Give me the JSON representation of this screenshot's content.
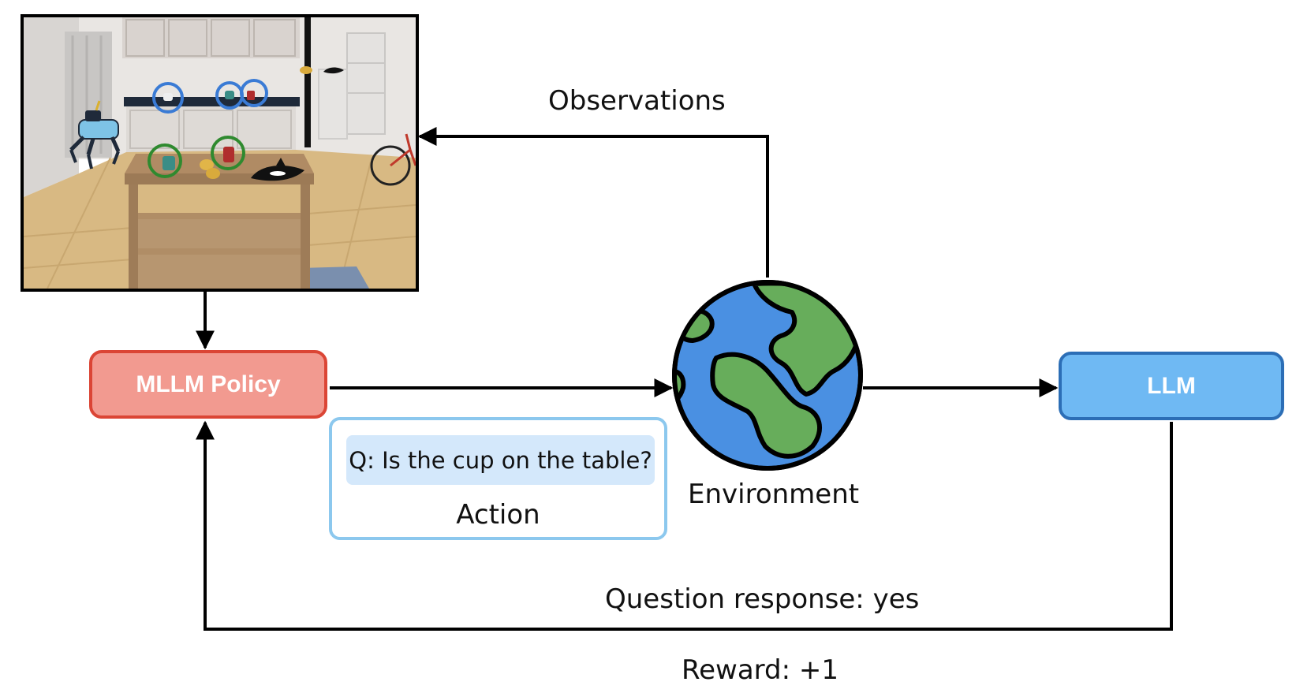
{
  "nodes": {
    "observation_image": "Simulated kitchen scene: quadruped robot, wooden island table with cups and a toy orca, blue and green circle highlights",
    "policy": "MLLM Policy",
    "environment": "Environment",
    "llm": "LLM"
  },
  "edges": {
    "observations": "Observations",
    "action": "Action",
    "action_example": "Q: Is the cup on the table?",
    "question_response": "Question response: yes",
    "reward": "Reward: +1"
  },
  "colors": {
    "policy_fill": "#f29a90",
    "policy_border": "#db4535",
    "llm_fill": "#6fb9f3",
    "llm_border": "#2c6eb6",
    "action_border": "#8cc8ee",
    "action_example_fill": "#d4e8fb",
    "earth_ocean": "#4a90e2",
    "earth_land": "#67ad5b",
    "highlight_blue": "#3a7bd5",
    "highlight_green": "#2f8a2f"
  }
}
